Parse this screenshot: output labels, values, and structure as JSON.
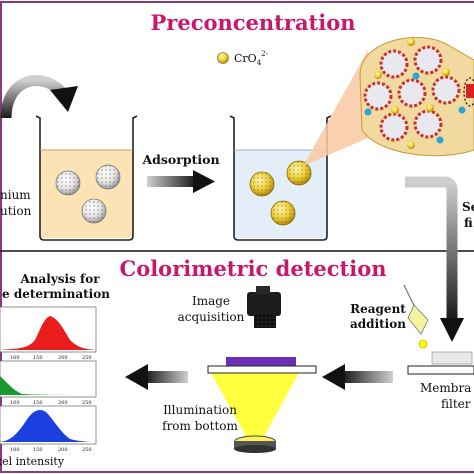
{
  "sections": {
    "top_title": "Preconcentration",
    "bottom_title": "Colorimetric detection"
  },
  "legend": {
    "label": "CrO",
    "sub": "4",
    "sup": "2-"
  },
  "labels": {
    "left_solution_line1": "nium",
    "left_solution_line2": "ution",
    "adsorption": "Adsorption",
    "right_cut_line1": "Se",
    "right_cut_line2": "fi",
    "reagent_line1": "Reagent",
    "reagent_line2": "addition",
    "membrane_line1": "Membra",
    "membrane_line2": "filter",
    "image_line1": "Image",
    "image_line2": "acquisition",
    "illumination_line1": "Illumination",
    "illumination_line2": "from bottom",
    "analysis_line1": "Analysis for",
    "analysis_line2": "e determination",
    "pixel_intensity": "xel intensity"
  },
  "histogram_ticks": [
    "100",
    "150",
    "200",
    "250"
  ],
  "colors": {
    "title": "#c8186e",
    "frame": "#8a3a7a",
    "solution_left": "#fbe3b6",
    "solution_right": "#e3eef8",
    "particle_gold": "#f0d23a",
    "red_peak": "#ea1c1c",
    "green_peak": "#1a9a2e",
    "blue_peak": "#1c3fe0",
    "lamp_purple": "#6a2fb5",
    "beam_yellow": "#ffff33"
  }
}
